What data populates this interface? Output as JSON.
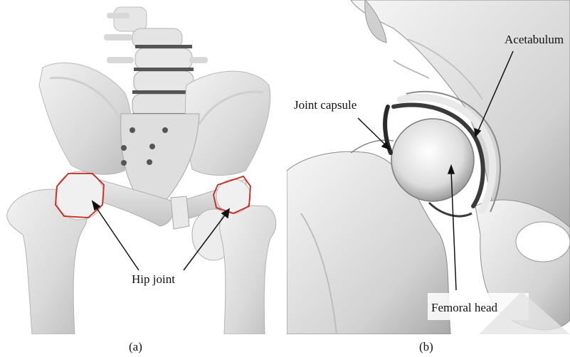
{
  "figure": {
    "panel_a": {
      "caption": "(a)",
      "callouts": {
        "hip_joint": "Hip joint"
      },
      "highlight_color": "#c8281e"
    },
    "panel_b": {
      "caption": "(b)",
      "callouts": {
        "joint_capsule": "Joint capsule",
        "acetabulum": "Acetabulum",
        "femoral_head": "Femoral head"
      }
    }
  }
}
